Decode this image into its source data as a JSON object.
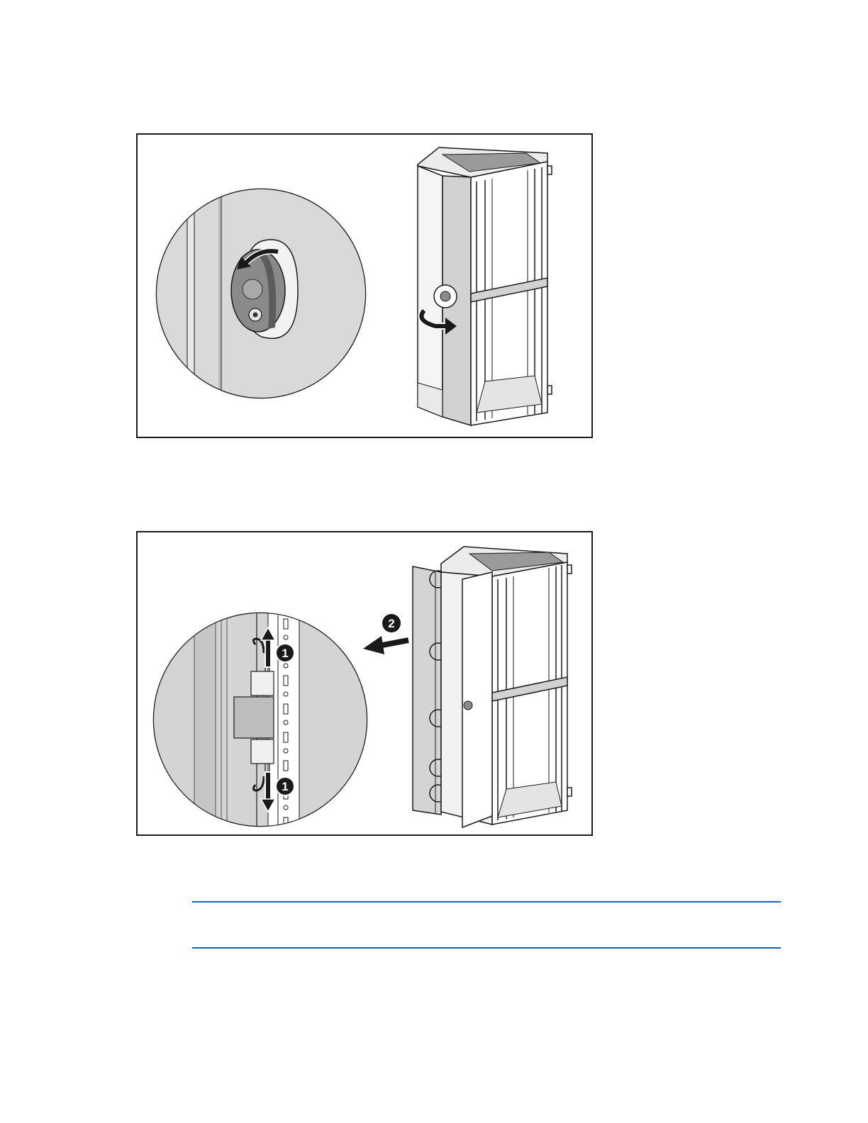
{
  "figures": [
    {
      "id": "figure-1",
      "description_icons": [
        "door-latch-detail",
        "rack-cabinet",
        "rotate-arrow"
      ]
    },
    {
      "id": "figure-2",
      "callouts": [
        "1",
        "1",
        "2"
      ],
      "description_icons": [
        "hinge-pin-detail",
        "rack-cabinet-door-removed",
        "pull-arrow"
      ]
    }
  ],
  "colors": {
    "rule": "#1a5fb4",
    "line": "#1a1a1a",
    "panel_gray": "#d4d4d4",
    "dark_gray": "#8a8a8a"
  }
}
